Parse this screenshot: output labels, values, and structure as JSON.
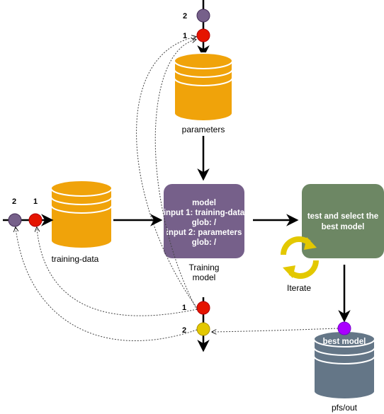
{
  "stores": {
    "parameters": "parameters",
    "training_data": "training-data",
    "pfs_out": "pfs/out"
  },
  "ports": {
    "top_a": "2",
    "top_b": "1",
    "left_a": "2",
    "left_b": "1",
    "bottom_a": "1",
    "bottom_b": "2"
  },
  "model_box": {
    "lines": [
      "model",
      "input 1: training-data",
      "glob: /",
      "input 2: parameters",
      "glob: /"
    ]
  },
  "training_model_label": [
    "Training",
    "model"
  ],
  "test_box": {
    "lines": [
      "test and select the",
      "best model"
    ]
  },
  "iterate_label": "Iterate",
  "best_model_label": "best model",
  "colors": {
    "cylinder": "#f0a30a",
    "cylinder_stroke": "#ffffff",
    "model_box": "#76608a",
    "test_box": "#6d8764",
    "gray_cylinder": "#647687",
    "port_red": "#e51400",
    "port_purple": "#76608a",
    "port_yellow": "#e3c800",
    "port_violet": "#aa00ff",
    "iterate": "#e3c800"
  }
}
